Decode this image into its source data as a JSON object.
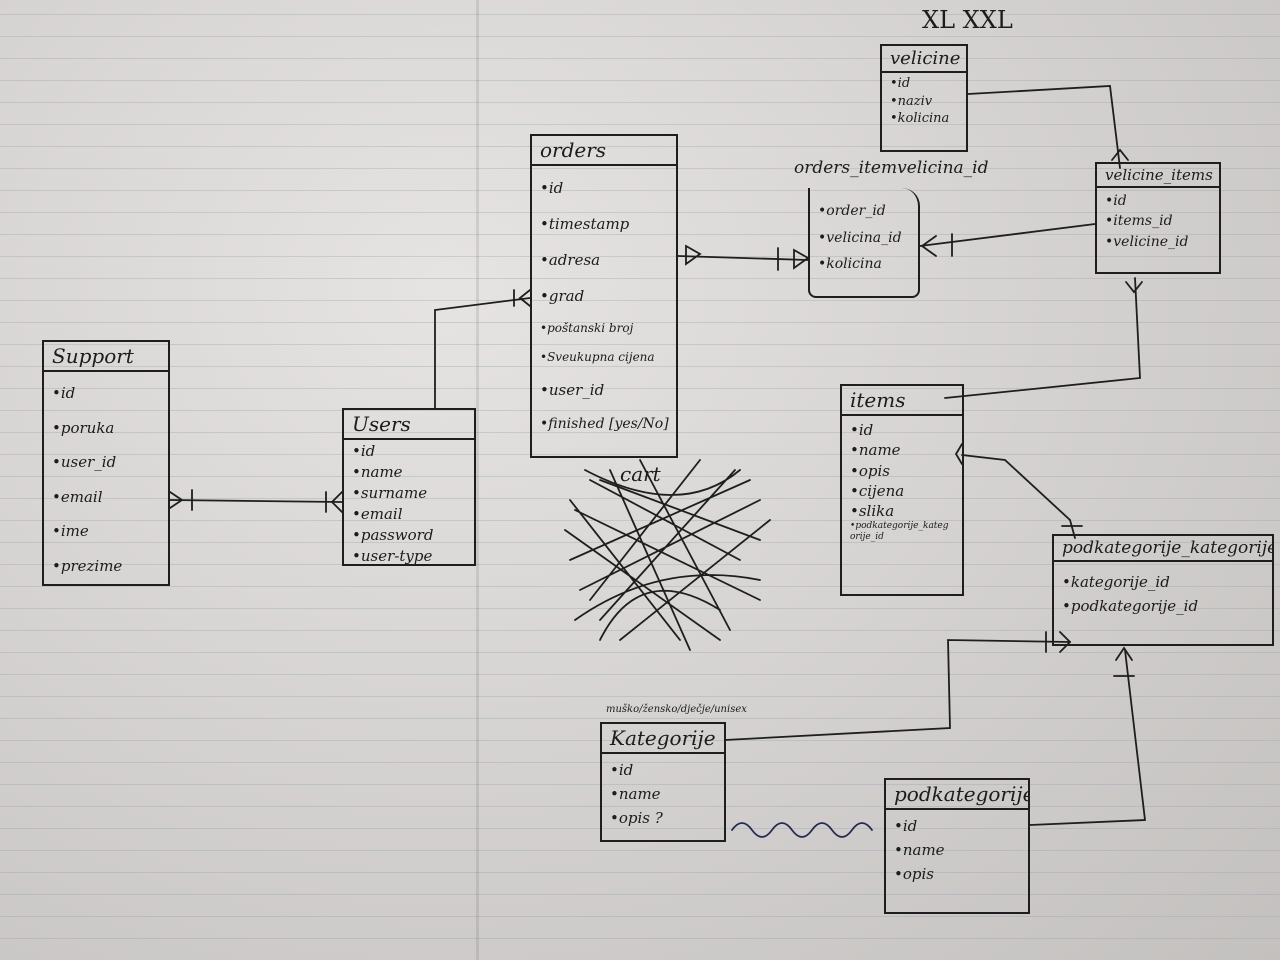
{
  "corner_note": "XL XXL",
  "entities": {
    "support": {
      "title": "Support",
      "fields": [
        "id",
        "poruka",
        "user_id",
        "email",
        "ime",
        "prezime"
      ]
    },
    "users": {
      "title": "Users",
      "fields": [
        "id",
        "name",
        "surname",
        "email",
        "password",
        "user-type"
      ]
    },
    "orders": {
      "title": "orders",
      "fields": [
        "id",
        "timestamp",
        "adresa",
        "grad",
        "poštanski broj",
        "Sveukupna cijena",
        "user_id",
        "finished [yes/No]"
      ]
    },
    "orders_items": {
      "title": "orders_itemvelicina_id",
      "fields": [
        "order_id",
        "velicina_id",
        "kolicina"
      ]
    },
    "velicine": {
      "title": "velicine",
      "fields": [
        "id",
        "naziv",
        "kolicina"
      ]
    },
    "velicine_items": {
      "title": "velicine_items",
      "fields": [
        "id",
        "items_id",
        "velicine_id"
      ]
    },
    "items": {
      "title": "items",
      "fields": [
        "id",
        "name",
        "opis",
        "cijena",
        "slika",
        "podkategorije_kategorije_id"
      ]
    },
    "podkategorije_kategorije": {
      "title": "podkategorije_kategorije",
      "fields": [
        "kategorije_id",
        "podkategorije_id"
      ]
    },
    "kategorije": {
      "title": "Kategorije",
      "fields": [
        "id",
        "name",
        "opis ?"
      ]
    },
    "podkategorije": {
      "title": "podkategorije",
      "fields": [
        "id",
        "name",
        "opis"
      ]
    }
  },
  "cart_note": "cart",
  "kategorije_note": "muško/žensko/dječje/unisex"
}
